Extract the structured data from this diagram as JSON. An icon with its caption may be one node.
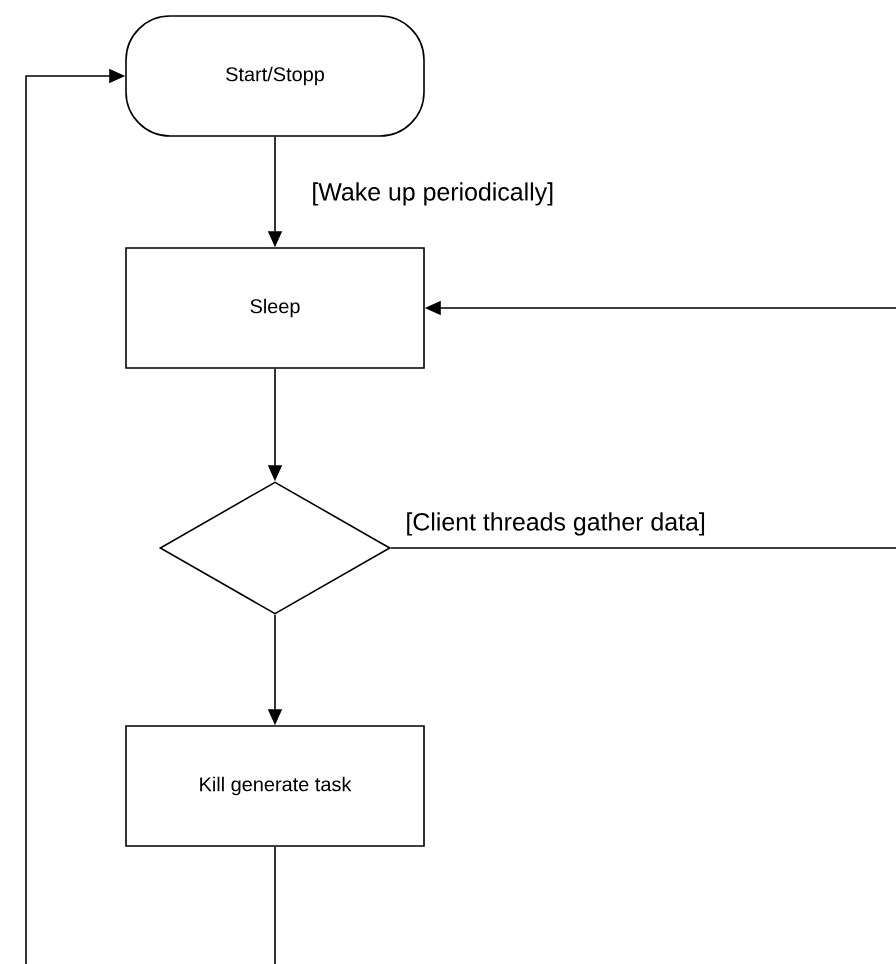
{
  "diagram": {
    "nodes": [
      {
        "text": [
          "Start/Stopp"
        ]
      },
      {
        "text": [
          "Sleep"
        ]
      },
      {
        "text": [],
        "shape": "diamond"
      },
      {
        "text": [
          "Kill generate task"
        ]
      }
    ],
    "edges": [
      {
        "from": 0,
        "to": 1,
        "arrow": "to",
        "label": "[Wake up periodically]"
      },
      {
        "from": 1,
        "to": 2,
        "arrow": "to"
      },
      {
        "from": 2,
        "to": 3,
        "arrow": "to"
      },
      {
        "from": 2,
        "to": 1,
        "arrow": "to",
        "label": "[Client threads gather data]"
      },
      {
        "from": 3,
        "to": 0,
        "arrow": "to"
      }
    ]
  }
}
